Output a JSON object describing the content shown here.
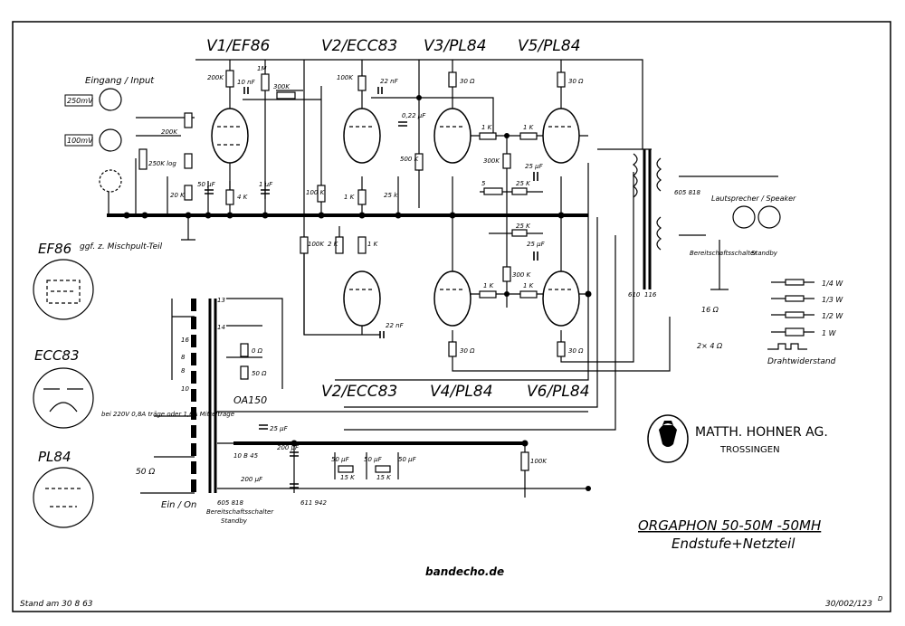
{
  "tubes_top": [
    "V1/EF86",
    "V2/ECC83",
    "V3/PL84",
    "V5/PL84"
  ],
  "tubes_bottom": [
    "V2/ECC83",
    "V4/PL84",
    "V6/PL84"
  ],
  "input": {
    "title": "Eingang / Input",
    "level_high": "250mV",
    "level_low": "100mV"
  },
  "mixer_note": "ggf. z. Mischpult-Teil",
  "pinouts": [
    "EF86",
    "ECC83",
    "PL84"
  ],
  "speaker": {
    "label": "Lautsprecher / Speaker",
    "switch_num": "605 818",
    "standby_switch": "Bereitschaftsschalter",
    "standby": "Standby",
    "ohm16": "16 Ω",
    "ohm4": "2× 4 Ω"
  },
  "transformer_nums": [
    "610",
    "116"
  ],
  "power": {
    "rectifier": "OA150",
    "fuse_note": "bei 220V 0,8A träge oder 1,6A Mittelträge",
    "mains_ohm": "50 Ω",
    "switch": "Ein / On",
    "standby_num": "605 818",
    "standby_label": "Bereitschaftsschalter",
    "standby_en": "Standby",
    "choke": "611 942",
    "tap_nums": [
      "13",
      "14",
      "16",
      "8",
      "8",
      "10"
    ],
    "hv_rect": "10 B 45"
  },
  "legend": {
    "items": [
      "1/4 W",
      "1/3 W",
      "1/2 W",
      "1 W"
    ],
    "wire": "Drahtwiderstand"
  },
  "company": {
    "name": "MATTH. HOHNER AG.",
    "city": "TROSSINGEN"
  },
  "model": {
    "line1": "ORGAPHON 50-50M -50MH",
    "line2": "Endstufe+Netzteil"
  },
  "watermark": "bandecho.de",
  "footer": {
    "date": "Stand am 30 8 63",
    "doc": "30/002/123",
    "doc_sup": "D"
  },
  "component_labels": {
    "r200k_a": "200K",
    "c10nf": "10 nF",
    "r1m": "1M",
    "r300k": "300K",
    "r100k_a": "100K",
    "c22nf_a": "22 nF",
    "c022": "0,22 μF",
    "r500k": "500 K",
    "r200k_b": "200K",
    "r250k": "250K log",
    "r20k": "20 K",
    "c50uf": "50 μF",
    "r4k": "4 K",
    "c1uf": "1 μF",
    "r100k_b": "100 K",
    "r1k": "1 K",
    "r25k": "25 k",
    "r2k": "2 K",
    "r1k_b": "1 K",
    "r30_a": "30 Ω",
    "r30_b": "30 Ω",
    "r30_c": "30 Ω",
    "r30_d": "30 Ω",
    "r1k_c": "1 K",
    "r1k_d": "1 K",
    "r300k_b": "300K",
    "c25uf_a": "25 μF",
    "r5": "5",
    "r25k_b": "25 K",
    "r25k_c": "25 K",
    "c25uf_b": "25 μF",
    "r300k_c": "300 K",
    "r1k_e": "1 K",
    "r1k_f": "1 K",
    "c22nf_b": "22 nF",
    "r100k_c": "100K",
    "c25uf_c": "25 μF",
    "c200_a": "200 μF",
    "c200_b": "200 μF",
    "c50_a": "50 μF",
    "c50_b": "50 μF",
    "c50_c": "50 μF",
    "r15k_a": "15 K",
    "r15k_b": "15 K",
    "r0": "0 Ω",
    "r50": "50 Ω"
  },
  "colors": {
    "ink": "#000000",
    "paper": "#ffffff"
  }
}
